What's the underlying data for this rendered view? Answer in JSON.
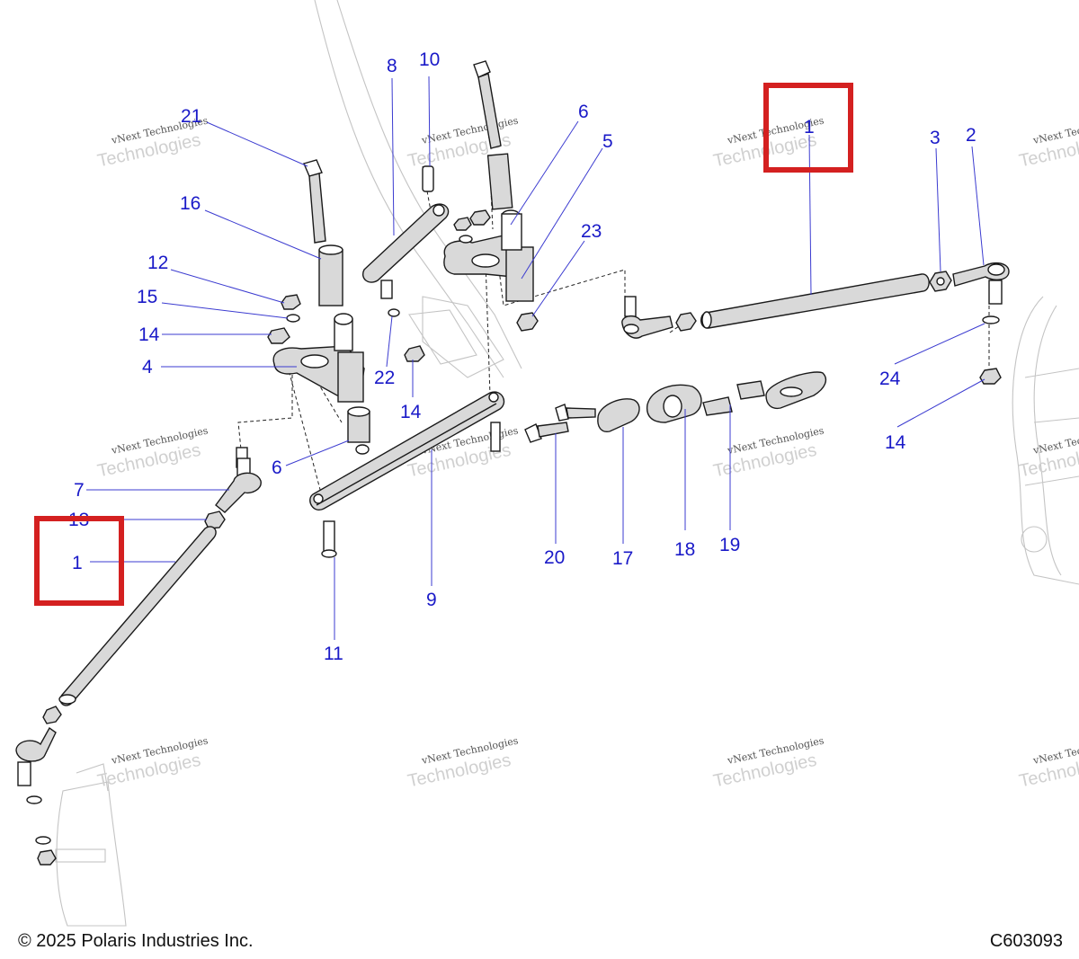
{
  "footer": {
    "copyright": "© 2025 Polaris Industries Inc.",
    "diagram_code": "C603093"
  },
  "watermark": {
    "line1": "vNext Technologies",
    "line2": "vNext",
    "line3": "Technologies"
  },
  "callouts": {
    "c1_top": "1",
    "c1_left": "1",
    "c2": "2",
    "c3": "3",
    "c4": "4",
    "c5": "5",
    "c6_top": "6",
    "c6_bottom": "6",
    "c7": "7",
    "c8": "8",
    "c9": "9",
    "c10": "10",
    "c11": "11",
    "c12": "12",
    "c13": "13",
    "c14_left": "14",
    "c14_mid": "14",
    "c14_right": "14",
    "c15": "15",
    "c16": "16",
    "c17": "17",
    "c18": "18",
    "c19": "19",
    "c20": "20",
    "c21": "21",
    "c22": "22",
    "c23": "23",
    "c24": "24"
  },
  "colors": {
    "callout": "#1a1ac8",
    "highlight": "#d42020"
  }
}
